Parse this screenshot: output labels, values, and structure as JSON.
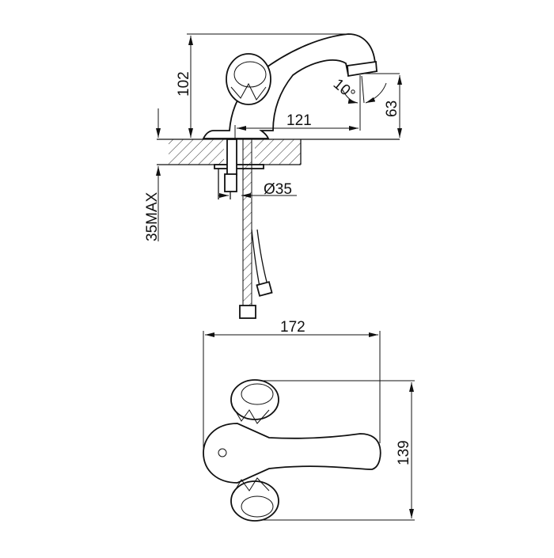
{
  "drawing": {
    "side_view": {
      "height_label": "102",
      "angle_label": "10°",
      "reach_label": "121",
      "spout_height_label": "63",
      "hole_diameter_label": "Ø35",
      "max_thickness_label": "35MAX"
    },
    "top_view": {
      "width_label": "172",
      "depth_label": "139"
    },
    "line_color": "#111111"
  }
}
